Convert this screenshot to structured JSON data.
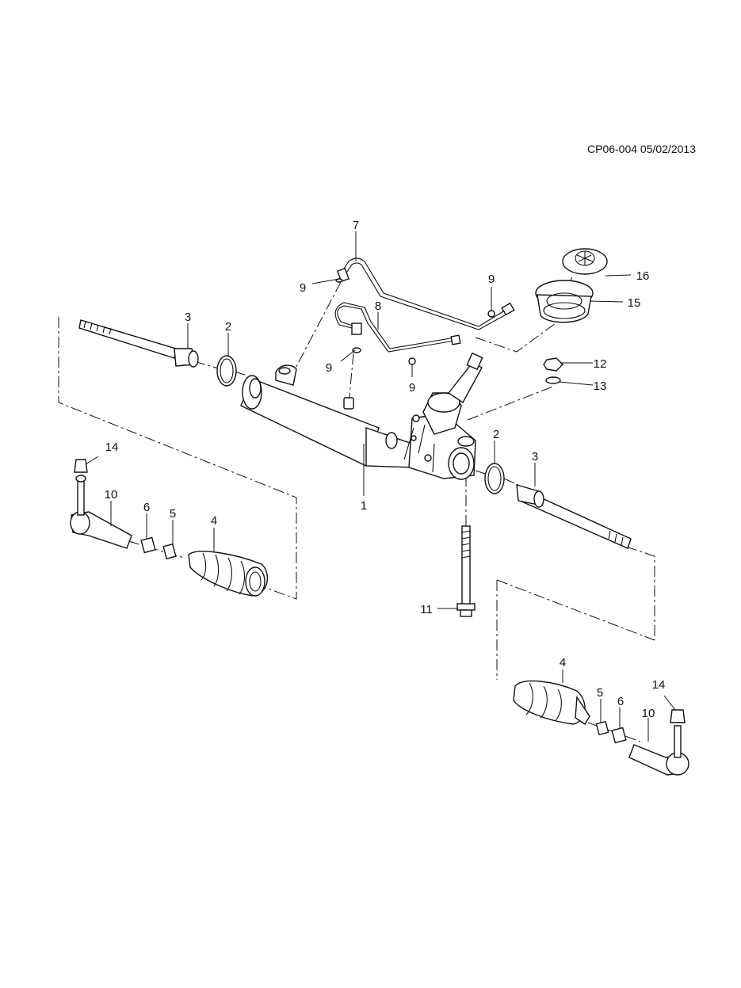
{
  "reference": "CP06-004 05/02/2013",
  "callouts": {
    "c1": "1",
    "c2a": "2",
    "c2b": "2",
    "c3a": "3",
    "c3b": "3",
    "c4a": "4",
    "c4b": "4",
    "c5a": "5",
    "c5b": "5",
    "c6a": "6",
    "c6b": "6",
    "c7": "7",
    "c8": "8",
    "c9a": "9",
    "c9b": "9",
    "c9c": "9",
    "c9d": "9",
    "c10a": "10",
    "c10b": "10",
    "c11": "11",
    "c12": "12",
    "c13": "13",
    "c14a": "14",
    "c14b": "14",
    "c15": "15",
    "c16": "16"
  }
}
